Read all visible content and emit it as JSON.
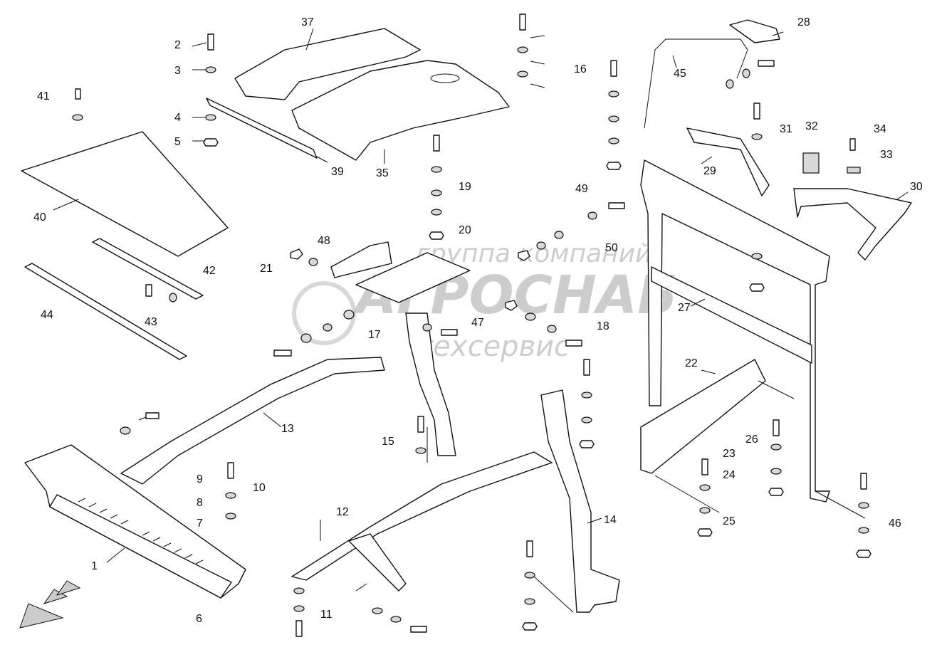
{
  "watermark": {
    "line1": "группа компаний",
    "line2": "АГРОСНАБ",
    "line3": "техсервис"
  },
  "callouts": [
    "1",
    "2",
    "3",
    "4",
    "5",
    "6",
    "7",
    "8",
    "9",
    "10",
    "11",
    "12",
    "13",
    "14",
    "15",
    "16",
    "17",
    "18",
    "19",
    "20",
    "21",
    "22",
    "23",
    "24",
    "25",
    "26",
    "27",
    "28",
    "29",
    "30",
    "31",
    "32",
    "33",
    "34",
    "35",
    "37",
    "39",
    "40",
    "41",
    "42",
    "43",
    "44",
    "45",
    "46",
    "47",
    "48",
    "49",
    "50"
  ]
}
